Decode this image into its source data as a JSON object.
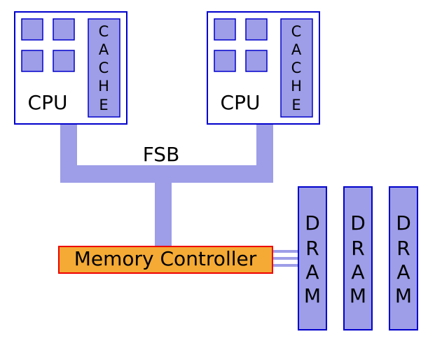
{
  "colors": {
    "cpu_border": "#0000cc",
    "core_fill": "#9d9de8",
    "bus": "#9d9de8",
    "controller_fill": "#f4aa35",
    "controller_border": "#ee0000"
  },
  "cpus": [
    {
      "label": "CPU",
      "cache_letters": [
        "C",
        "A",
        "C",
        "H",
        "E"
      ]
    },
    {
      "label": "CPU",
      "cache_letters": [
        "C",
        "A",
        "C",
        "H",
        "E"
      ]
    }
  ],
  "bus_label": "FSB",
  "memory_controller": {
    "label": "Memory Controller"
  },
  "dram_modules": [
    {
      "letters": [
        "D",
        "R",
        "A",
        "M"
      ]
    },
    {
      "letters": [
        "D",
        "R",
        "A",
        "M"
      ]
    },
    {
      "letters": [
        "D",
        "R",
        "A",
        "M"
      ]
    }
  ]
}
